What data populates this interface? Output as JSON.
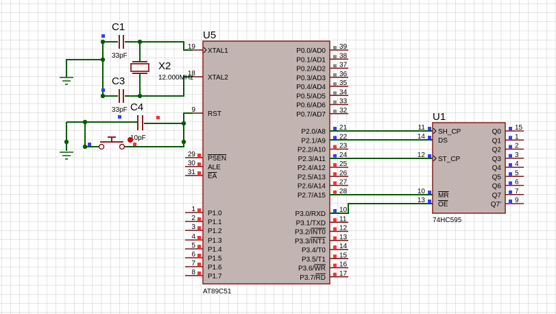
{
  "colors": {
    "background": "#ffffff",
    "grid": "#c8c8c8",
    "chip_fill": "#c2b4b0",
    "chip_border": "#8b1a1a",
    "pin": "#7a1010",
    "wire": "#005a00",
    "junction": "#005a00",
    "pin_blue": "#3040ff",
    "pin_red": "#ff3030",
    "pin_gray": "#8a8a8a",
    "component": "#8b1a1a",
    "text": "#000000"
  },
  "u5": {
    "ref": "U5",
    "part": "AT89C51",
    "left_pins": [
      {
        "num": "19",
        "label": "XTAL1",
        "clock": true
      },
      {
        "num": "18",
        "label": "XTAL2"
      },
      {
        "num": "9",
        "label": "RST"
      },
      {
        "num": "29",
        "label": "PSEN",
        "overline": true
      },
      {
        "num": "30",
        "label": "ALE"
      },
      {
        "num": "31",
        "label": "EA",
        "overline": true
      },
      {
        "num": "1",
        "label": "P1.0"
      },
      {
        "num": "2",
        "label": "P1.1"
      },
      {
        "num": "3",
        "label": "P1.2"
      },
      {
        "num": "4",
        "label": "P1.3"
      },
      {
        "num": "5",
        "label": "P1.4"
      },
      {
        "num": "6",
        "label": "P1.5"
      },
      {
        "num": "7",
        "label": "P1.6"
      },
      {
        "num": "8",
        "label": "P1.7"
      }
    ],
    "right_pins": [
      {
        "num": "39",
        "label": "P0.0/AD0",
        "state": "gray"
      },
      {
        "num": "38",
        "label": "P0.1/AD1",
        "state": "gray"
      },
      {
        "num": "37",
        "label": "P0.2/AD2",
        "state": "gray"
      },
      {
        "num": "36",
        "label": "P0.3/AD3",
        "state": "gray"
      },
      {
        "num": "35",
        "label": "P0.4/AD4",
        "state": "gray"
      },
      {
        "num": "34",
        "label": "P0.5/AD5",
        "state": "gray"
      },
      {
        "num": "33",
        "label": "P0.6/AD6",
        "state": "gray"
      },
      {
        "num": "32",
        "label": "P0.7/AD7",
        "state": "gray"
      },
      {
        "num": "21",
        "label": "P2.0/A8",
        "state": "blue"
      },
      {
        "num": "22",
        "label": "P2.1/A9",
        "state": "blue"
      },
      {
        "num": "23",
        "label": "P2.2/A10",
        "state": "red"
      },
      {
        "num": "24",
        "label": "P2.3/A11",
        "state": "blue"
      },
      {
        "num": "25",
        "label": "P2.4/A12",
        "state": "red"
      },
      {
        "num": "26",
        "label": "P2.5/A13",
        "state": "red"
      },
      {
        "num": "27",
        "label": "P2.6/A14",
        "state": "red"
      },
      {
        "num": "28",
        "label": "P2.7/A15",
        "state": "red"
      },
      {
        "num": "10",
        "label": "P3.0/RXD",
        "state": "blue"
      },
      {
        "num": "11",
        "label": "P3.1/TXD",
        "state": "red"
      },
      {
        "num": "12",
        "label": "P3.2/",
        "bar": "INT0",
        "state": "red"
      },
      {
        "num": "13",
        "label": "P3.3/",
        "bar": "INT1",
        "state": "red"
      },
      {
        "num": "14",
        "label": "P3.4/T0",
        "state": "red"
      },
      {
        "num": "15",
        "label": "P3.5/T1",
        "state": "red"
      },
      {
        "num": "16",
        "label": "P3.6/",
        "bar": "WR",
        "state": "red"
      },
      {
        "num": "17",
        "label": "P3.7/",
        "bar": "RD",
        "state": "red"
      }
    ]
  },
  "u1": {
    "ref": "U1",
    "part": "74HC595",
    "left_pins": [
      {
        "num": "11",
        "label": "SH_CP",
        "clock": true
      },
      {
        "num": "14",
        "label": "DS"
      },
      {
        "num": "12",
        "label": "ST_CP",
        "clock": true
      },
      {
        "num": "10",
        "label": "MR",
        "overline": true
      },
      {
        "num": "13",
        "label": "OE",
        "overline": true
      }
    ],
    "right_pins": [
      {
        "num": "15",
        "label": "Q0"
      },
      {
        "num": "1",
        "label": "Q1"
      },
      {
        "num": "2",
        "label": "Q2"
      },
      {
        "num": "3",
        "label": "Q3"
      },
      {
        "num": "4",
        "label": "Q4"
      },
      {
        "num": "5",
        "label": "Q5"
      },
      {
        "num": "6",
        "label": "Q6"
      },
      {
        "num": "7",
        "label": "Q7"
      },
      {
        "num": "9",
        "label": "Q7'"
      }
    ]
  },
  "components": {
    "c1": {
      "ref": "C1",
      "value": "33pF"
    },
    "c3": {
      "ref": "C3",
      "value": "33pF"
    },
    "c4": {
      "ref": "C4",
      "value": "10pF"
    },
    "x2": {
      "ref": "X2",
      "value": "12.000MHz"
    }
  }
}
